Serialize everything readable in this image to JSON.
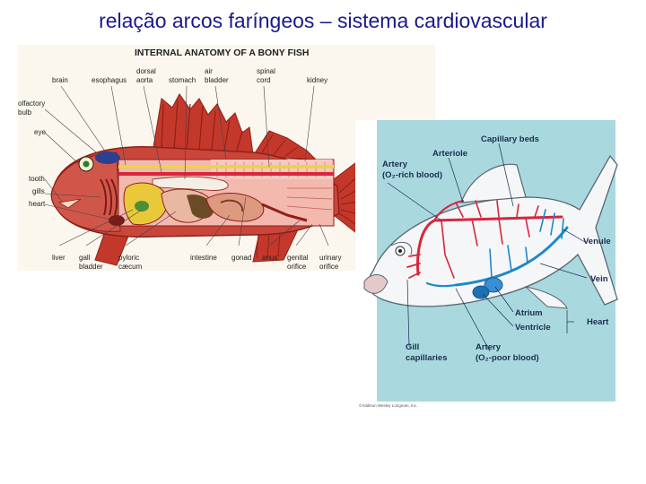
{
  "slide": {
    "title": "relação arcos faríngeos – sistema cardiovascular"
  },
  "anatomy": {
    "heading": "INTERNAL ANATOMY OF A BONY FISH",
    "top_labels": [
      {
        "id": "brain",
        "lines": [
          "brain"
        ]
      },
      {
        "id": "esophagus",
        "lines": [
          "esophagus"
        ]
      },
      {
        "id": "dorsal-aorta",
        "lines": [
          "dorsal",
          "aorta"
        ]
      },
      {
        "id": "stomach",
        "lines": [
          "stomach"
        ]
      },
      {
        "id": "air-bladder",
        "lines": [
          "air",
          "bladder"
        ]
      },
      {
        "id": "spinal-cord",
        "lines": [
          "spinal",
          "cord"
        ]
      },
      {
        "id": "kidney",
        "lines": [
          "kidney"
        ]
      }
    ],
    "left_labels": [
      {
        "id": "olfactory-bulb",
        "lines": [
          "olfactory",
          "bulb"
        ]
      },
      {
        "id": "eye",
        "lines": [
          "eye"
        ]
      },
      {
        "id": "tooth",
        "lines": [
          "tooth"
        ]
      },
      {
        "id": "gills",
        "lines": [
          "gills"
        ]
      },
      {
        "id": "heart",
        "lines": [
          "heart"
        ]
      }
    ],
    "bottom_labels": [
      {
        "id": "liver",
        "lines": [
          "liver"
        ]
      },
      {
        "id": "gall-bladder",
        "lines": [
          "gall",
          "bladder"
        ]
      },
      {
        "id": "pyloric-caecum",
        "lines": [
          "pyloric",
          "cæcum"
        ]
      },
      {
        "id": "intestine",
        "lines": [
          "intestine"
        ]
      },
      {
        "id": "gonad",
        "lines": [
          "gonad"
        ]
      },
      {
        "id": "anus",
        "lines": [
          "anus"
        ]
      },
      {
        "id": "genital-orifice",
        "lines": [
          "genital",
          "orifice"
        ]
      },
      {
        "id": "urinary-orifice",
        "lines": [
          "urinary",
          "orifice"
        ]
      }
    ]
  },
  "circulation": {
    "labels": [
      {
        "id": "capillary-beds",
        "lines": [
          "Capillary beds"
        ]
      },
      {
        "id": "arteriole",
        "lines": [
          "Arteriole"
        ]
      },
      {
        "id": "artery-rich",
        "lines": [
          "Artery",
          "(O₂-rich blood)"
        ]
      },
      {
        "id": "venule",
        "lines": [
          "Venule"
        ]
      },
      {
        "id": "vein",
        "lines": [
          "Vein"
        ]
      },
      {
        "id": "atrium",
        "lines": [
          "Atrium"
        ]
      },
      {
        "id": "ventricle",
        "lines": [
          "Ventricle"
        ]
      },
      {
        "id": "heart",
        "lines": [
          "Heart"
        ]
      },
      {
        "id": "gill-capillaries",
        "lines": [
          "Gill",
          "capillaries"
        ]
      },
      {
        "id": "artery-poor",
        "lines": [
          "Artery",
          "(O₂-poor blood)"
        ]
      }
    ],
    "credit": "©Addison Wesley Longman, Inc."
  },
  "colors": {
    "title": "#1a1a8c",
    "fish_red": "#c4382b",
    "fish_dark_red": "#8e2018",
    "artery_red": "#d7263d",
    "vein_blue": "#1e88c7",
    "panel_blue": "#a9d9df",
    "label_navy": "#1d2b4f"
  }
}
